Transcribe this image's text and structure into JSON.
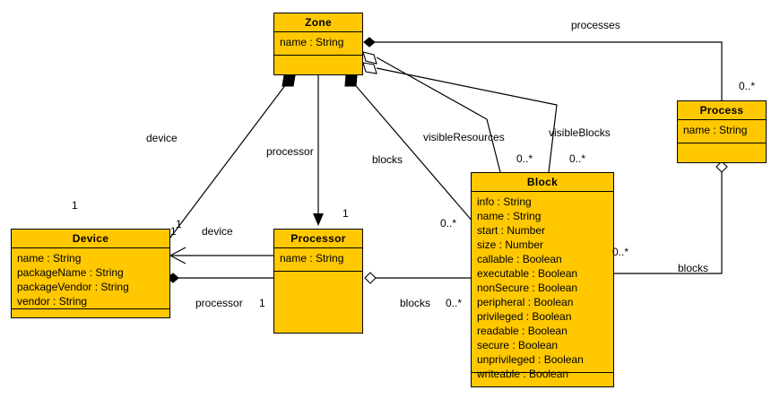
{
  "diagram": {
    "kind": "uml-class-diagram",
    "background": "#ffffff",
    "class_fill": "#FFC800",
    "line_color": "#000000",
    "classes": [
      {
        "id": "zone",
        "name": "Zone",
        "attributes": [
          "name : String"
        ],
        "operations": []
      },
      {
        "id": "process",
        "name": "Process",
        "attributes": [
          "name : String"
        ],
        "operations": []
      },
      {
        "id": "device",
        "name": "Device",
        "attributes": [
          "name : String",
          "packageName : String",
          "packageVendor : String",
          "vendor : String"
        ],
        "operations": []
      },
      {
        "id": "processor",
        "name": "Processor",
        "attributes": [
          "name : String"
        ],
        "operations": []
      },
      {
        "id": "block",
        "name": "Block",
        "attributes": [
          "info : String",
          "name : String",
          "start : Number",
          "size : Number",
          "callable : Boolean",
          "executable : Boolean",
          "nonSecure : Boolean",
          "peripheral : Boolean",
          "privileged : Boolean",
          "readable : Boolean",
          "secure : Boolean",
          "unprivileged : Boolean",
          "writeable : Boolean"
        ],
        "operations": []
      }
    ],
    "edge_labels": {
      "processes": "processes",
      "processes_mult": "0..*",
      "device_from_zone": "device",
      "device_from_zone_mult": "1",
      "processor_from_zone": "processor",
      "processor_from_zone_mult": "1",
      "blocks_from_zone": "blocks",
      "blocks_from_zone_mult": "0..*",
      "visible_resources": "visibleResources",
      "visible_resources_mult": "0..*",
      "visible_blocks": "visibleBlocks",
      "visible_blocks_mult": "0..*",
      "device_from_processor": "device",
      "device_from_processor_mult_left": "1",
      "device_from_processor_mult_right": "1",
      "processor_from_device": "processor",
      "processor_from_device_mult": "1",
      "blocks_from_processor": "blocks",
      "blocks_from_processor_mult": "0..*",
      "blocks_from_process": "blocks",
      "blocks_from_process_mult": "0..*"
    }
  }
}
